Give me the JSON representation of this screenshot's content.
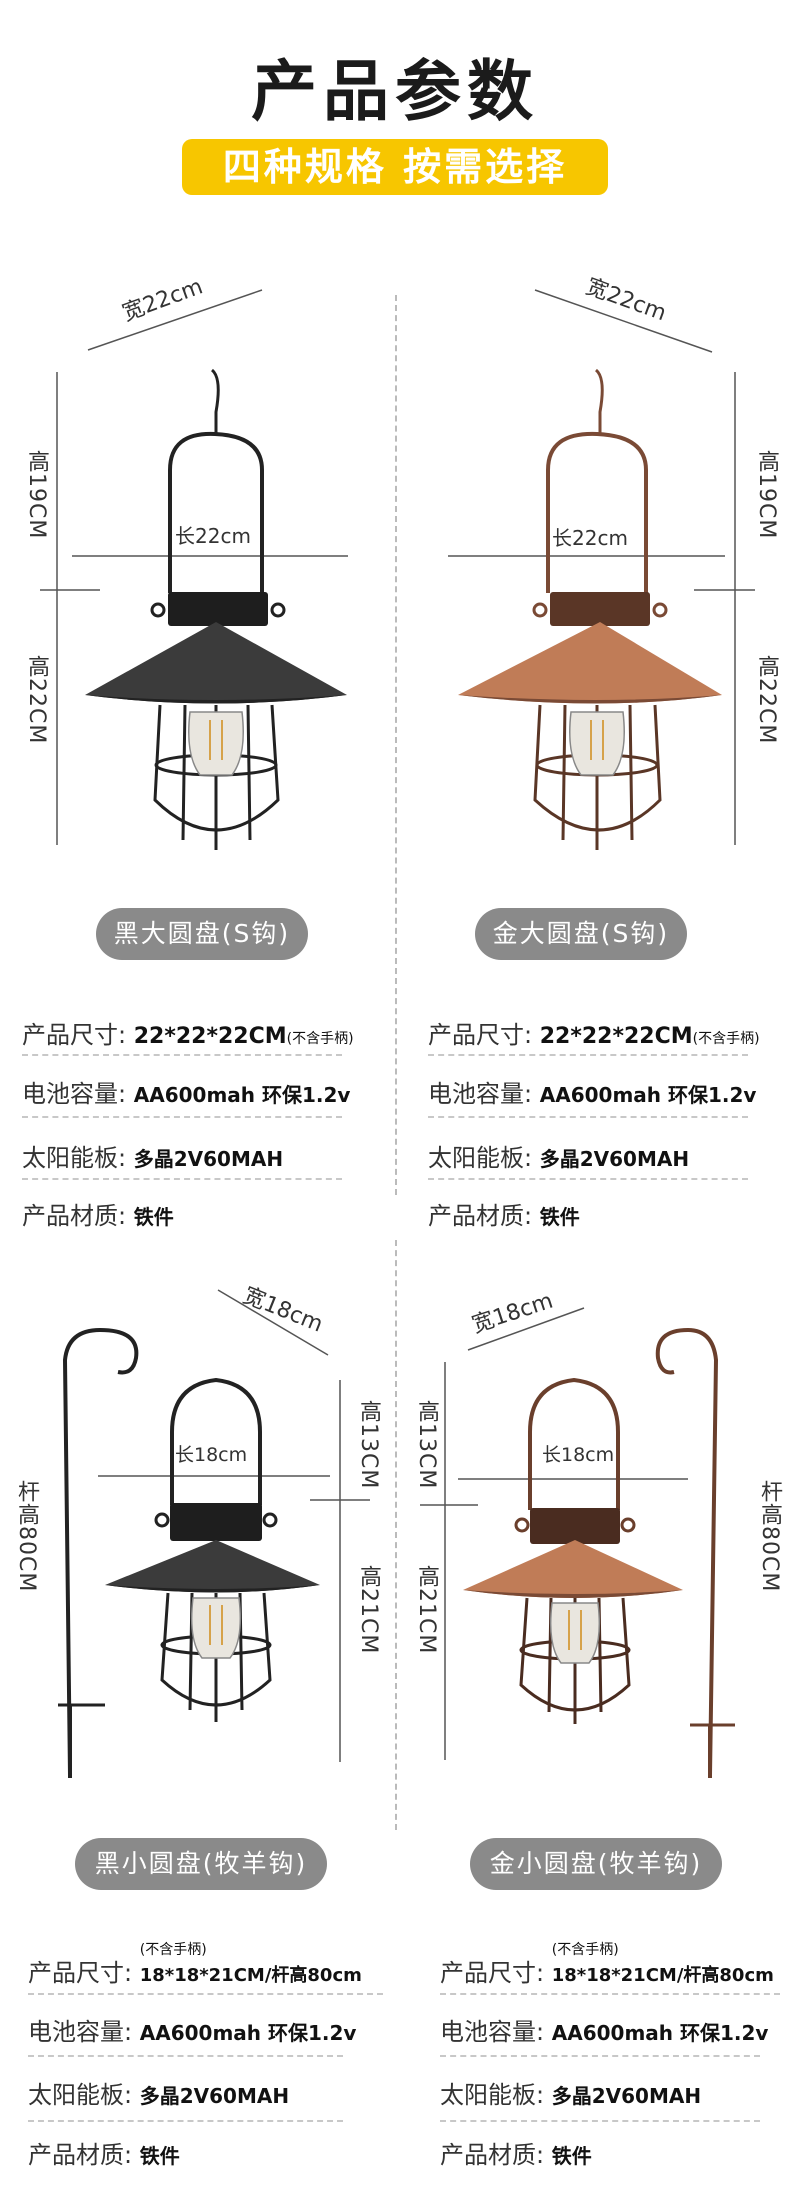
{
  "header": {
    "title": "产品参数",
    "banner": "四种规格 按需选择"
  },
  "products": [
    {
      "id": "black-large",
      "name": "黑大圆盘(S钩)",
      "dims": {
        "width": "宽22cm",
        "length": "长22cm",
        "height_top": "高19CM",
        "height_bottom": "高22CM"
      },
      "color": "#333333",
      "specs": [
        {
          "label": "产品尺寸:",
          "value": "22*22*22CM",
          "note": "(不含手柄)"
        },
        {
          "label": "电池容量:",
          "value": "AA600mah 环保1.2v"
        },
        {
          "label": "太阳能板:",
          "value": "多晶2V60MAH"
        },
        {
          "label": "产品材质:",
          "value": "铁件"
        }
      ]
    },
    {
      "id": "gold-large",
      "name": "金大圆盘(S钩)",
      "dims": {
        "width": "宽22cm",
        "length": "长22cm",
        "height_top": "高19CM",
        "height_bottom": "高22CM"
      },
      "color": "#b06a44",
      "specs": [
        {
          "label": "产品尺寸:",
          "value": "22*22*22CM",
          "note": "(不含手柄)"
        },
        {
          "label": "电池容量:",
          "value": "AA600mah 环保1.2v"
        },
        {
          "label": "太阳能板:",
          "value": "多晶2V60MAH"
        },
        {
          "label": "产品材质:",
          "value": "铁件"
        }
      ]
    },
    {
      "id": "black-small",
      "name": "黑小圆盘(牧羊钩)",
      "dims": {
        "width": "宽18cm",
        "length": "长18cm",
        "height_top": "高13CM",
        "height_bottom": "高21CM",
        "pole": "杆高80CM"
      },
      "color": "#3a3a3a",
      "specs": [
        {
          "label": "产品尺寸:",
          "value": "18*18*21CM/杆高80cm",
          "note": "(不含手柄)"
        },
        {
          "label": "电池容量:",
          "value": "AA600mah 环保1.2v"
        },
        {
          "label": "太阳能板:",
          "value": "多晶2V60MAH"
        },
        {
          "label": "产品材质:",
          "value": "铁件"
        }
      ]
    },
    {
      "id": "gold-small",
      "name": "金小圆盘(牧羊钩)",
      "dims": {
        "width": "宽18cm",
        "length": "长18cm",
        "height_top": "高13CM",
        "height_bottom": "高21CM",
        "pole": "杆高80CM"
      },
      "color": "#b06a44",
      "specs": [
        {
          "label": "产品尺寸:",
          "value": "18*18*21CM/杆高80cm",
          "note": "(不含手柄)"
        },
        {
          "label": "电池容量:",
          "value": "AA600mah 环保1.2v"
        },
        {
          "label": "太阳能板:",
          "value": "多晶2V60MAH"
        },
        {
          "label": "产品材质:",
          "value": "铁件"
        }
      ]
    }
  ]
}
